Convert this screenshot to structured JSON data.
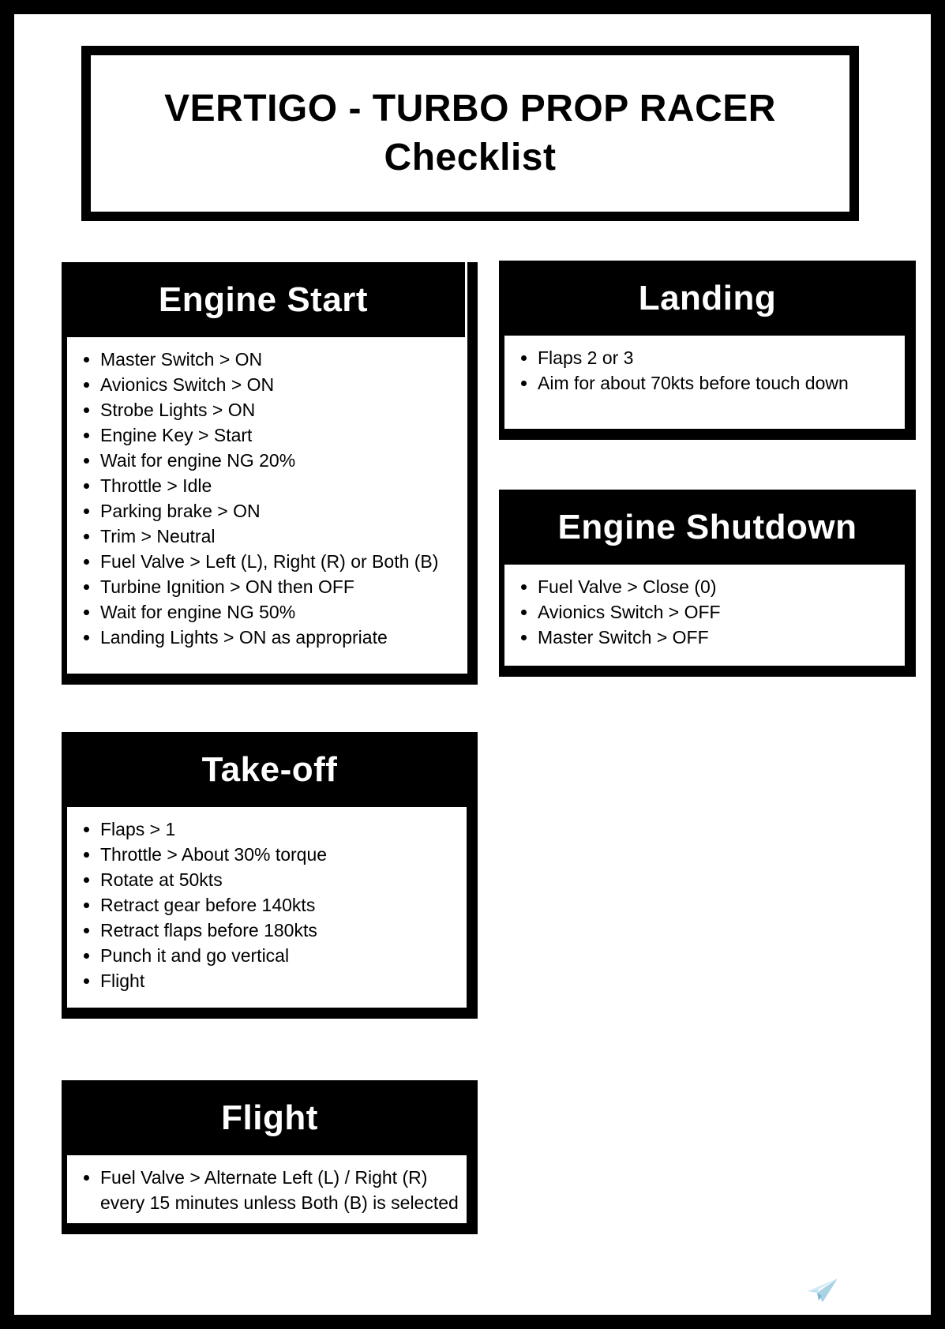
{
  "page_title": {
    "line1": "VERTIGO - TURBO PROP RACER",
    "line2": "Checklist"
  },
  "sections": [
    {
      "id": "engine-start",
      "title": "Engine Start",
      "items": [
        "Master Switch > ON",
        "Avionics Switch > ON",
        "Strobe Lights > ON",
        "Engine Key > Start",
        "Wait for engine NG 20%",
        "Throttle > Idle",
        "Parking brake > ON",
        "Trim > Neutral",
        "Fuel Valve > Left (L), Right (R) or Both (B)",
        "Turbine Ignition > ON then OFF",
        "Wait for engine NG 50%",
        "Landing Lights > ON as appropriate"
      ]
    },
    {
      "id": "take-off",
      "title": "Take-off",
      "items": [
        "Flaps > 1",
        "Throttle > About 30% torque",
        "Rotate at 50kts",
        "Retract gear before 140kts",
        "Retract flaps before 180kts",
        "Punch it and go vertical",
        "Flight"
      ]
    },
    {
      "id": "flight",
      "title": "Flight",
      "items": [
        "Fuel Valve > Alternate Left (L) / Right (R) every 15 minutes unless Both (B) is selected"
      ]
    },
    {
      "id": "landing",
      "title": "Landing",
      "items": [
        "Flaps 2 or 3",
        "Aim for about 70kts before touch down"
      ]
    },
    {
      "id": "engine-shutdown",
      "title": "Engine Shutdown",
      "items": [
        "Fuel Valve > Close (0)",
        "Avionics Switch > OFF",
        "Master Switch > OFF"
      ]
    }
  ],
  "colors": {
    "frame": "#000000",
    "page_background": "#ffffff",
    "header_background": "#000000",
    "header_text": "#ffffff",
    "body_text": "#000000",
    "edge_gray": "#2a2f36",
    "plane_light": "#d4ebf5",
    "plane_mid": "#a9d2e4",
    "plane_dark": "#7fb6d4"
  },
  "icons": {
    "paper_plane": "paper-plane-icon"
  }
}
